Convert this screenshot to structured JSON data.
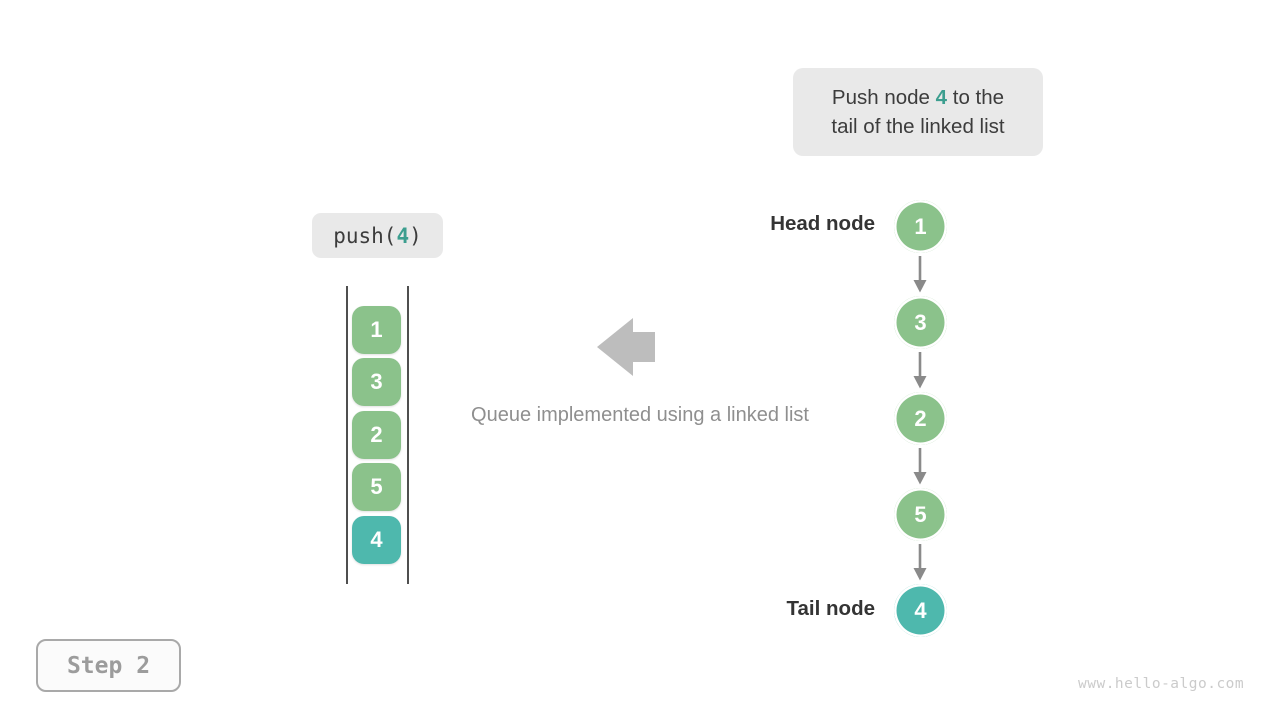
{
  "colors": {
    "green": "#8bc28b",
    "teal": "#4eb8ad",
    "teal_text": "#3c9e8f",
    "callout_bg": "#e9e9e9",
    "dark_text": "#3c3c3c",
    "muted_text": "#8f8f8f",
    "arrow_gray": "#bdbdbd",
    "connector_gray": "#8a8a8a",
    "step_text": "#9c9c9c",
    "watermark": "#cbcbcb"
  },
  "callout": {
    "line1_pre": "Push node ",
    "line1_value": "4",
    "line1_post": " to the",
    "line2": "tail of the linked list"
  },
  "operation": {
    "pre": "push(",
    "value": "4",
    "post": ")"
  },
  "queue": {
    "items": [
      {
        "value": "1",
        "color": "green"
      },
      {
        "value": "3",
        "color": "green"
      },
      {
        "value": "2",
        "color": "green"
      },
      {
        "value": "5",
        "color": "green"
      },
      {
        "value": "4",
        "color": "teal"
      }
    ]
  },
  "caption": "Queue implemented using a linked list",
  "linked_list": {
    "head_label": "Head node",
    "tail_label": "Tail node",
    "nodes": [
      {
        "value": "1",
        "color": "green"
      },
      {
        "value": "3",
        "color": "green"
      },
      {
        "value": "2",
        "color": "green"
      },
      {
        "value": "5",
        "color": "green"
      },
      {
        "value": "4",
        "color": "teal"
      }
    ]
  },
  "step": {
    "label": "Step 2"
  },
  "watermark": "www.hello-algo.com"
}
